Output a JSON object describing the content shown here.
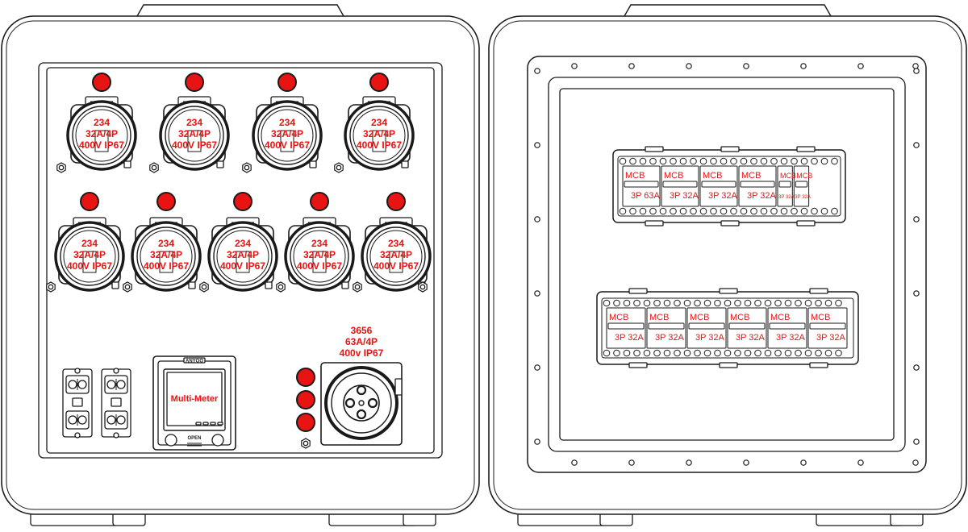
{
  "front_panel": {
    "socket_labels_row1": [
      {
        "code": "234",
        "rating": "32A/4P",
        "spec": "400V IP67"
      },
      {
        "code": "234",
        "rating": "32A/4P",
        "spec": "400V IP67"
      },
      {
        "code": "234",
        "rating": "32A/4P",
        "spec": "400V IP67"
      },
      {
        "code": "234",
        "rating": "32A/4P",
        "spec": "400V IP67"
      }
    ],
    "socket_labels_row2": [
      {
        "code": "234",
        "rating": "32A/4P",
        "spec": "400V IP67"
      },
      {
        "code": "234",
        "rating": "32A/4P",
        "spec": "400V IP67"
      },
      {
        "code": "234",
        "rating": "32A/4P",
        "spec": "400V IP67"
      },
      {
        "code": "234",
        "rating": "32A/4P",
        "spec": "400V IP67"
      },
      {
        "code": "234",
        "rating": "32A/4P",
        "spec": "400V IP67"
      }
    ],
    "main_socket": {
      "code": "3656",
      "rating": "63A/4P",
      "spec": "400v IP67"
    },
    "meter": {
      "label": "Multi-Meter",
      "brand": "ANYOO",
      "knob_text": "OPEN"
    }
  },
  "rear_panel": {
    "rail_top": [
      {
        "type": "MCB",
        "rating": "3P 63A"
      },
      {
        "type": "MCB",
        "rating": "3P 32A"
      },
      {
        "type": "MCB",
        "rating": "3P 32A"
      },
      {
        "type": "MCB",
        "rating": "3P 32A"
      },
      {
        "type": "MCB",
        "rating": "3P 32A"
      },
      {
        "type": "MCB",
        "rating": "3P 32A"
      }
    ],
    "rail_bottom": [
      {
        "type": "MCB",
        "rating": "3P 32A"
      },
      {
        "type": "MCB",
        "rating": "3P 32A"
      },
      {
        "type": "MCB",
        "rating": "3P 32A"
      },
      {
        "type": "MCB",
        "rating": "3P 32A"
      },
      {
        "type": "MCB",
        "rating": "3P 32A"
      },
      {
        "type": "MCB",
        "rating": "3P 32A"
      }
    ]
  },
  "colors": {
    "line": "#1a1a1a",
    "label": "#ee1111",
    "indicator": "#e81414"
  }
}
